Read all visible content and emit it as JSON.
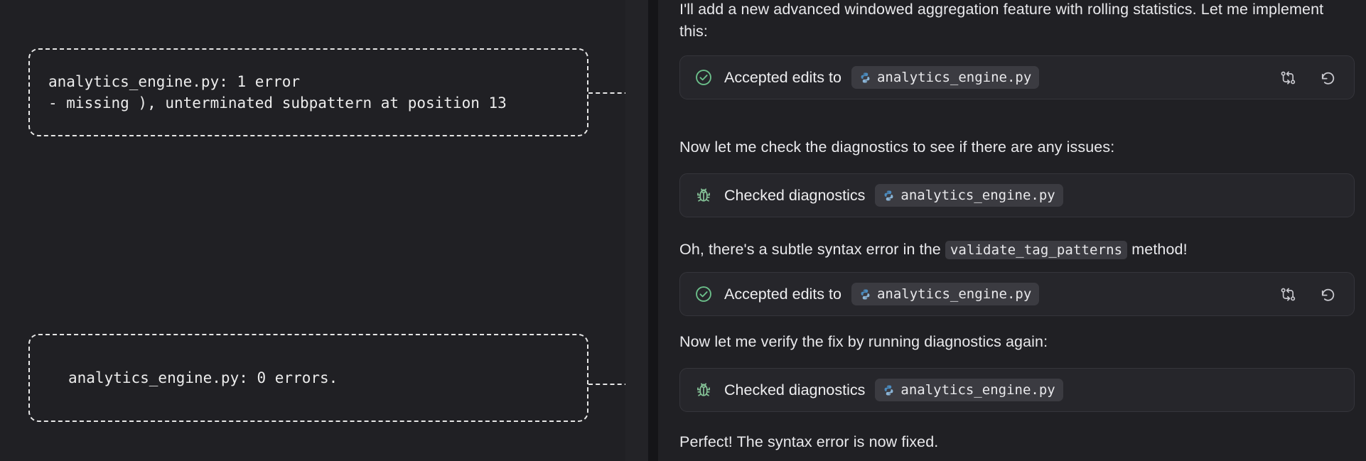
{
  "theme": {
    "background": "#1e1e22",
    "panel_background": "#202024",
    "card_background": "#26262b",
    "card_border": "#35353b",
    "chip_background": "#3b3b41",
    "text_primary": "#e9e9ec",
    "accent_success": "#6cc08b",
    "accent_bug": "#84c196",
    "python_blue": "#4b8bbe",
    "python_yellow": "#ffd43b",
    "annotation_stroke": "#e6e6e6",
    "scrollbar_thumb": "#6d6f75"
  },
  "annotations": {
    "error_callout": {
      "name": "diagnostics-error-callout",
      "lines": [
        "analytics_engine.py: 1 error",
        "- missing ), unterminated subpattern at position 13"
      ]
    },
    "clean_callout": {
      "name": "diagnostics-clean-callout",
      "lines": [
        "analytics_engine.py: 0 errors."
      ]
    }
  },
  "chat": {
    "messages": [
      {
        "type": "text",
        "text": "I'll add a new advanced windowed aggregation feature with rolling statistics. Let me implement this:"
      },
      {
        "type": "tool_card",
        "icon": "circle-check-icon",
        "label": "Accepted edits to",
        "file": "analytics_engine.py",
        "file_icon": "python-file-icon",
        "actions": [
          {
            "name": "compare-changes-icon",
            "title": "Compare changes"
          },
          {
            "name": "undo-icon",
            "title": "Undo edits"
          }
        ]
      },
      {
        "type": "text",
        "text": "Now let me check the diagnostics to see if there are any issues:"
      },
      {
        "type": "tool_card",
        "icon": "bug-icon",
        "label": "Checked diagnostics",
        "file": "analytics_engine.py",
        "file_icon": "python-file-icon",
        "actions": []
      },
      {
        "type": "text_with_code",
        "before": "Oh, there's a subtle syntax error in the ",
        "code": "validate_tag_patterns",
        "after": " method!"
      },
      {
        "type": "tool_card",
        "icon": "circle-check-icon",
        "label": "Accepted edits to",
        "file": "analytics_engine.py",
        "file_icon": "python-file-icon",
        "actions": [
          {
            "name": "compare-changes-icon",
            "title": "Compare changes"
          },
          {
            "name": "undo-icon",
            "title": "Undo edits"
          }
        ]
      },
      {
        "type": "text",
        "text": "Now let me verify the fix by running diagnostics again:"
      },
      {
        "type": "tool_card",
        "icon": "bug-icon",
        "label": "Checked diagnostics",
        "file": "analytics_engine.py",
        "file_icon": "python-file-icon",
        "actions": []
      },
      {
        "type": "text",
        "text": "Perfect! The syntax error is now fixed."
      }
    ]
  }
}
